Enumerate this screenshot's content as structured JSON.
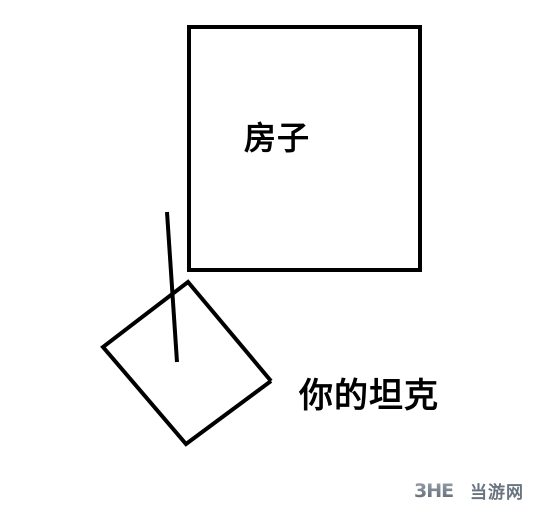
{
  "house": {
    "label": "房子"
  },
  "tank": {
    "label": "你的坦克"
  },
  "watermark": {
    "logo": "3HE",
    "text": "当游网"
  },
  "colors": {
    "ink": "#000000",
    "background": "#ffffff",
    "watermark": "#6a7480"
  }
}
